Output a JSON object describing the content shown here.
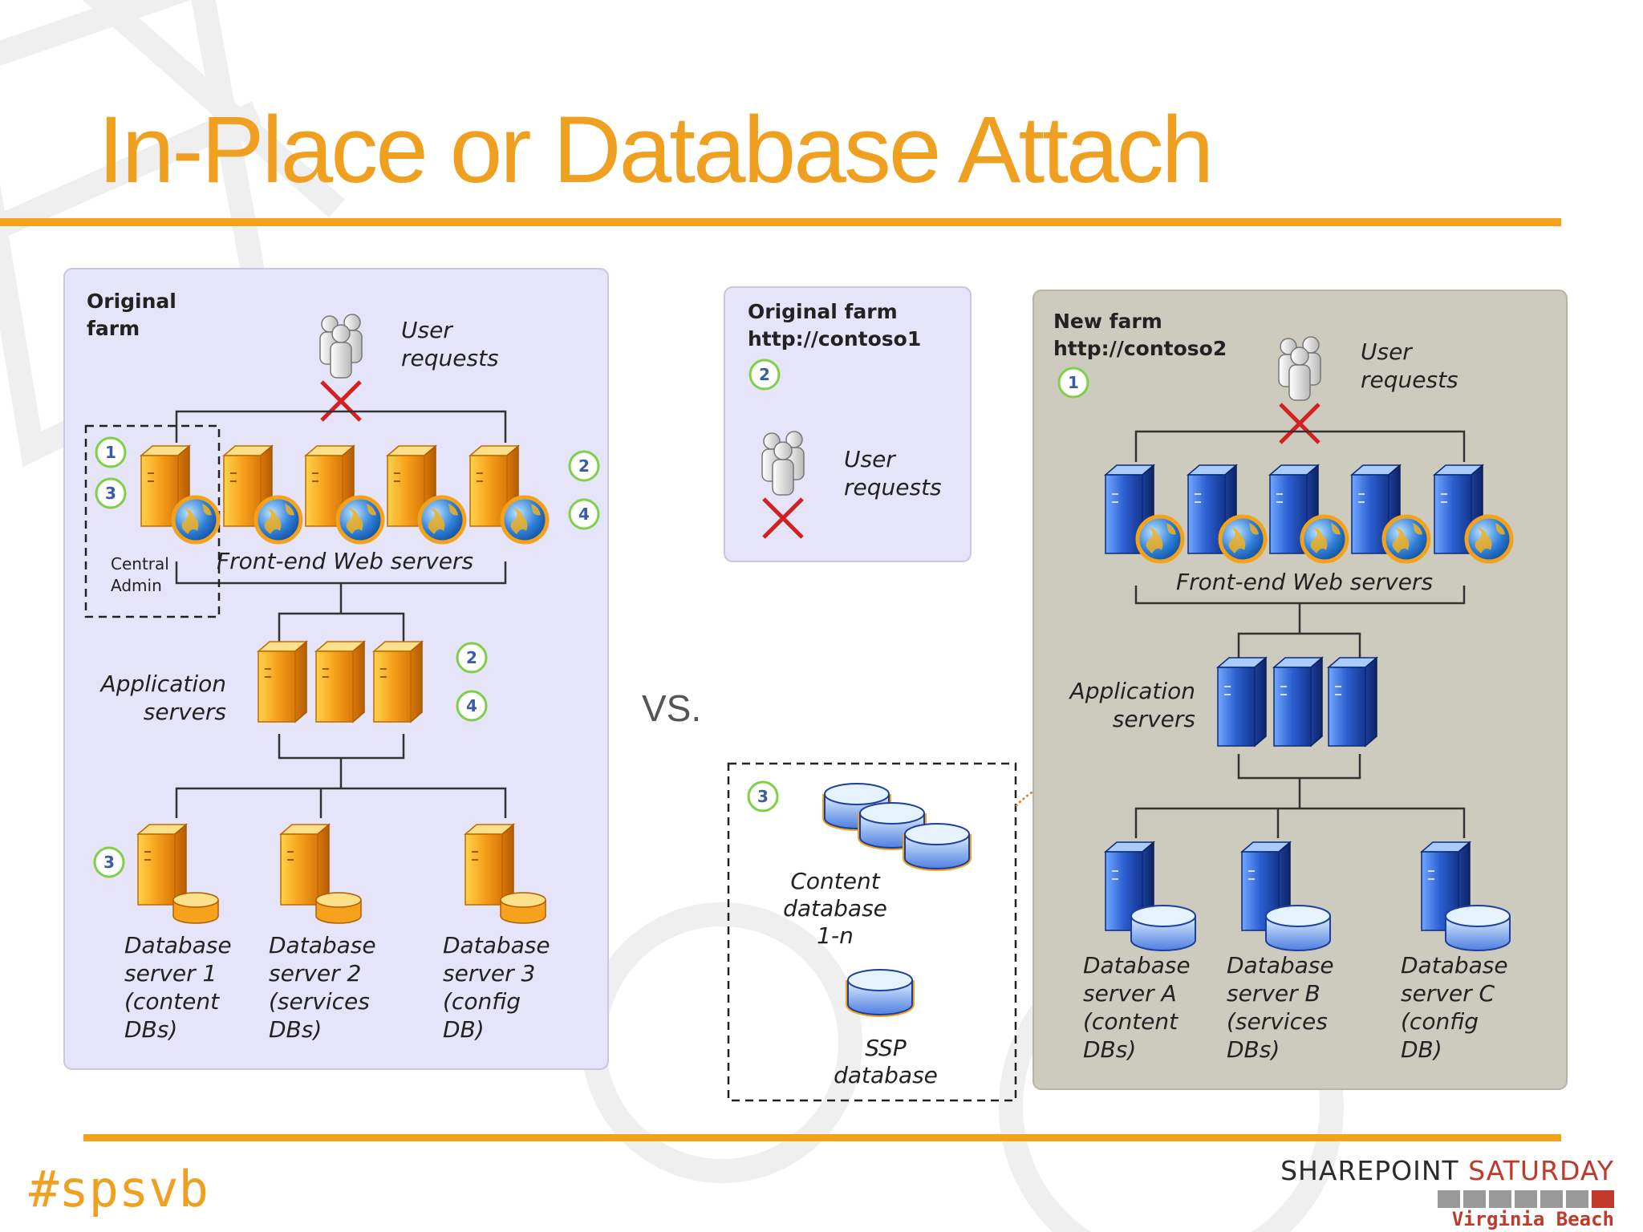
{
  "title": "In-Place or Database Attach",
  "vs_label": "VS.",
  "footer": {
    "hashtag": "#spsvb",
    "brand_part1": "SHAREPOINT ",
    "brand_part2": "SATURDAY",
    "brand_location": "Virginia Beach"
  },
  "left_panel": {
    "title_line1": "Original",
    "title_line2": "farm",
    "user_requests_line1": "User",
    "user_requests_line2": "requests",
    "central_admin_line1": "Central",
    "central_admin_line2": "Admin",
    "frontend_label": "Front-end Web servers",
    "app_servers_line1": "Application",
    "app_servers_line2": "servers",
    "db1": [
      "Database",
      "server 1",
      "(content",
      "DBs)"
    ],
    "db2": [
      "Database",
      "server 2",
      "(services",
      "DBs)"
    ],
    "db3": [
      "Database",
      "server 3",
      "(config",
      "DB)"
    ],
    "badges": [
      "1",
      "3",
      "2",
      "4",
      "2",
      "4",
      "3"
    ]
  },
  "middle_panel": {
    "title_line1": "Original farm",
    "title_line2": "http://contoso1",
    "badge": "2",
    "user_requests_line1": "User",
    "user_requests_line2": "requests"
  },
  "databases_box": {
    "badge": "3",
    "content_line1": "Content",
    "content_line2": "database",
    "content_line3": "1-n",
    "ssp_line1": "SSP",
    "ssp_line2": "database"
  },
  "right_panel": {
    "title_line1": "New farm",
    "title_line2": "http://contoso2",
    "badge": "1",
    "user_requests_line1": "User",
    "user_requests_line2": "requests",
    "frontend_label": "Front-end Web servers",
    "app_servers_line1": "Application",
    "app_servers_line2": "servers",
    "dbA": [
      "Database",
      "server A",
      "(content",
      "DBs)"
    ],
    "dbB": [
      "Database",
      "server B",
      "(services",
      "DBs)"
    ],
    "dbC": [
      "Database",
      "server C",
      "(config",
      "DB)"
    ]
  },
  "colors": {
    "accent": "#f5a21b",
    "left_panel_bg": "#e6e4f8",
    "right_panel_bg": "#cdcbbd",
    "orange_server": "#f5a21b",
    "blue_server": "#2b5fd0",
    "red_x": "#d42020"
  }
}
